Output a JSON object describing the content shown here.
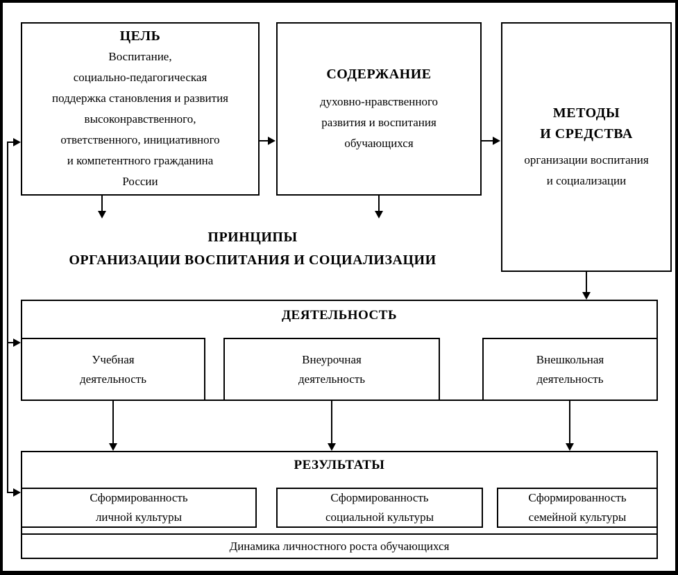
{
  "goal": {
    "title": "ЦЕЛЬ",
    "body": "Воспитание,\nсоциально-педагогическая\nподдержка становления и развития\nвысоконравственного,\nответственного, инициативного\nи компетентного гражданина\nРоссии"
  },
  "content": {
    "title": "СОДЕРЖАНИЕ",
    "body": "духовно-нравственного\nразвития и воспитания\nобучающихся"
  },
  "methods": {
    "title": "МЕТОДЫ\nИ СРЕДСТВА",
    "body": "организации воспитания\nи социализации"
  },
  "principles": {
    "line1": "ПРИНЦИПЫ",
    "line2": "ОРГАНИЗАЦИИ ВОСПИТАНИЯ И СОЦИАЛИЗАЦИИ"
  },
  "activity": {
    "title": "ДЕЯТЕЛЬНОСТЬ",
    "items": [
      {
        "label": "Учебная\nдеятельность"
      },
      {
        "label": "Внеурочная\nдеятельность"
      },
      {
        "label": "Внешкольная\nдеятельность"
      }
    ]
  },
  "results": {
    "title": "РЕЗУЛЬТАТЫ",
    "items": [
      {
        "label": "Сформированность\nличной культуры"
      },
      {
        "label": "Сформированность\nсоциальной культуры"
      },
      {
        "label": "Сформированность\nсемейной культуры"
      }
    ],
    "footer": "Динамика личностного роста обучающихся"
  },
  "colors": {
    "border": "#000000",
    "background": "#ffffff"
  }
}
